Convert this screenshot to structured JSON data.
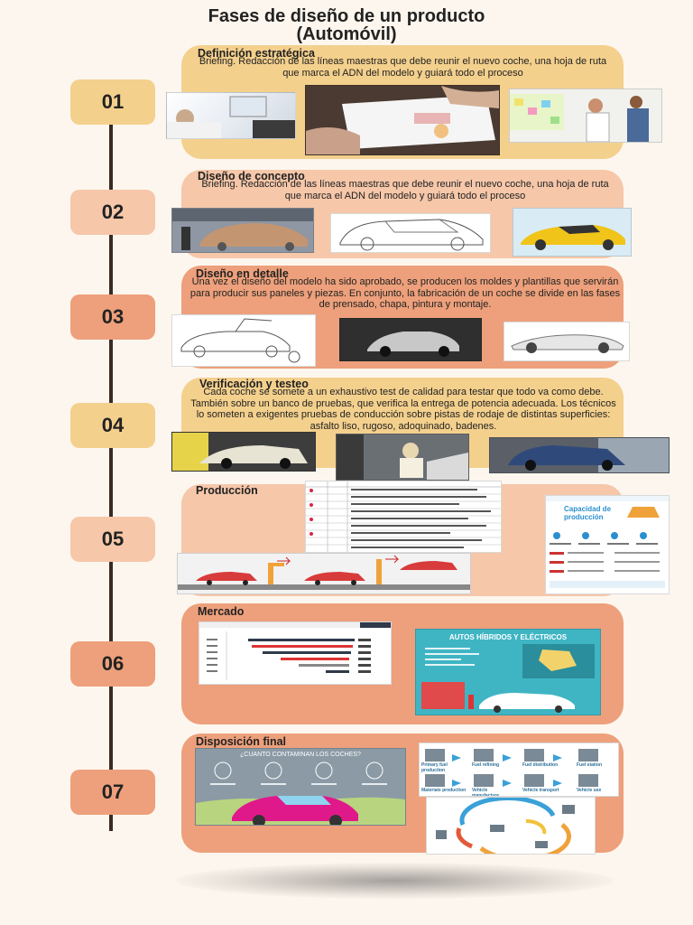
{
  "title": {
    "line1": "Fases de diseño de un producto",
    "line2": "(Automóvil)"
  },
  "colors": {
    "gold": "#f4d08d",
    "peach": "#f6c7a9",
    "salmon": "#eda07b",
    "line": "#3a2a22"
  },
  "steps": [
    {
      "number": "01",
      "title": "Definición estratégica",
      "text": "Briefing. Redacción de las líneas maestras que debe reunir el nuevo coche, una hoja de ruta que marca el ADN del modelo y guiará todo el proceso"
    },
    {
      "number": "02",
      "title": "Diseño de concepto",
      "text": "Briefing. Redacción de las líneas maestras que debe reunir el nuevo coche, una hoja de ruta que marca el ADN del modelo y guiará todo el proceso"
    },
    {
      "number": "03",
      "title": "Diseño en detalle",
      "text": "Una vez el diseño del modelo ha sido aprobado, se producen los moldes y plantillas que servirán para producir sus paneles y piezas. En conjunto, la fabricación de un coche se divide en las fases de prensado, chapa, pintura y montaje."
    },
    {
      "number": "04",
      "title": "Verificación y testeo",
      "text": "Cada coche se somete  a un exhaustivo test de calidad para testar que todo va como debe. También sobre un banco de pruebas, que verifica la entrega de potencia adecuada. Los técnicos lo someten a exigentes pruebas de conducción sobre pistas de rodaje de distintas superficies: asfalto liso, rugoso, adoquinado, badenes."
    },
    {
      "number": "05",
      "title": "Producción",
      "text": ""
    },
    {
      "number": "06",
      "title": "Mercado",
      "text": ""
    },
    {
      "number": "07",
      "title": "Disposición final",
      "text": ""
    }
  ],
  "images": {
    "produccion_infographic_title": "Capacidad de producción",
    "mercado_infographic_title": "AUTOS HÍBRIDOS Y ELÉCTRICOS",
    "disposicion_infographic_title": "¿CUANTO CONTAMINAN LOS COCHES?",
    "lifecycle_labels": [
      "Primary fuel production",
      "Fuel refining",
      "Fuel distribution",
      "Fuel station",
      "Materials production",
      "Vehicle manufacture",
      "Vehicle transport",
      "Vehicle use"
    ]
  }
}
